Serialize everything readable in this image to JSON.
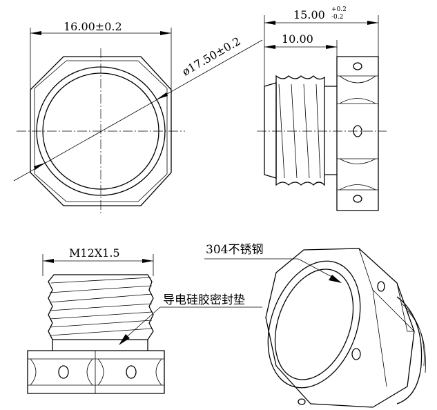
{
  "dimensions": {
    "width_flat": "16.00±0.2",
    "diameter": "ø17.50±0.2",
    "total_length": "15.00",
    "total_length_tol_upper": "+0.2",
    "total_length_tol_lower": "-0.2",
    "thread_length": "10.00",
    "thread_spec": "M12X1.5"
  },
  "callouts": {
    "material": "304不锈钢",
    "gasket": "导电硅胶密封垫"
  }
}
